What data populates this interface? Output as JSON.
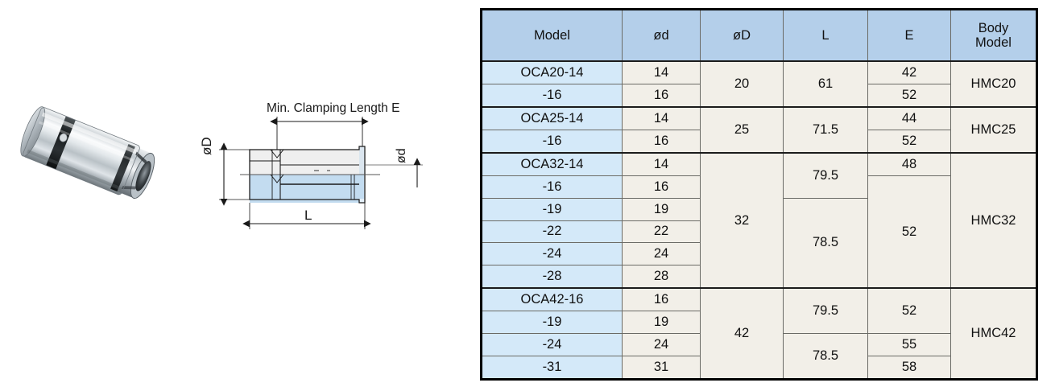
{
  "photo": {
    "alt_name": "collet-sleeve-photo"
  },
  "drawing": {
    "labels": {
      "clamping": "Min. Clamping Length E",
      "length": "L",
      "outer_dia": "øD",
      "inner_dia": "ød"
    }
  },
  "table": {
    "headers": [
      "Model",
      "ød",
      "øD",
      "L",
      "E",
      "Body\nModel"
    ],
    "header_model": "Model",
    "header_od_small": "ød",
    "header_od_large": "øD",
    "header_L": "L",
    "header_E": "E",
    "header_body_line1": "Body",
    "header_body_line2": "Model",
    "groups": [
      {
        "name": "OCA20",
        "oD": "20",
        "body_model": "HMC20",
        "rows": [
          {
            "model": "OCA20-14",
            "od": "14",
            "L": "61",
            "L_span": 2,
            "E": "42",
            "E_span": 1
          },
          {
            "model": "-16",
            "od": "16",
            "E": "52",
            "E_span": 1
          }
        ]
      },
      {
        "name": "OCA25",
        "oD": "25",
        "body_model": "HMC25",
        "rows": [
          {
            "model": "OCA25-14",
            "od": "14",
            "L": "71.5",
            "L_span": 2,
            "E": "44",
            "E_span": 1
          },
          {
            "model": "-16",
            "od": "16",
            "E": "52",
            "E_span": 1
          }
        ]
      },
      {
        "name": "OCA32",
        "oD": "32",
        "body_model": "HMC32",
        "rows": [
          {
            "model": "OCA32-14",
            "od": "14",
            "L": "79.5",
            "L_span": 2,
            "E": "48",
            "E_span": 1
          },
          {
            "model": "-16",
            "od": "16",
            "E": "52",
            "E_span": 5
          },
          {
            "model": "-19",
            "od": "19",
            "L": "78.5",
            "L_span": 4
          },
          {
            "model": "-22",
            "od": "22"
          },
          {
            "model": "-24",
            "od": "24"
          },
          {
            "model": "-28",
            "od": "28"
          }
        ]
      },
      {
        "name": "OCA42",
        "oD": "42",
        "body_model": "HMC42",
        "rows": [
          {
            "model": "OCA42-16",
            "od": "16",
            "L": "79.5",
            "L_span": 2,
            "E": "52",
            "E_span": 2
          },
          {
            "model": "-19",
            "od": "19"
          },
          {
            "model": "-24",
            "od": "24",
            "L": "78.5",
            "L_span": 2,
            "E": "55",
            "E_span": 1
          },
          {
            "model": "-31",
            "od": "31",
            "E": "58",
            "E_span": 1
          }
        ]
      }
    ]
  },
  "colors": {
    "header_blue": "#b4cfea",
    "model_blue": "#d4e9f9",
    "value_cream": "#f2efe8",
    "grid_line": "#6b6b66",
    "heavy_line": "#1b1b1b",
    "drawing_fill_blue": "#c3dcf0",
    "drawing_fill_gray": "#ececec"
  }
}
